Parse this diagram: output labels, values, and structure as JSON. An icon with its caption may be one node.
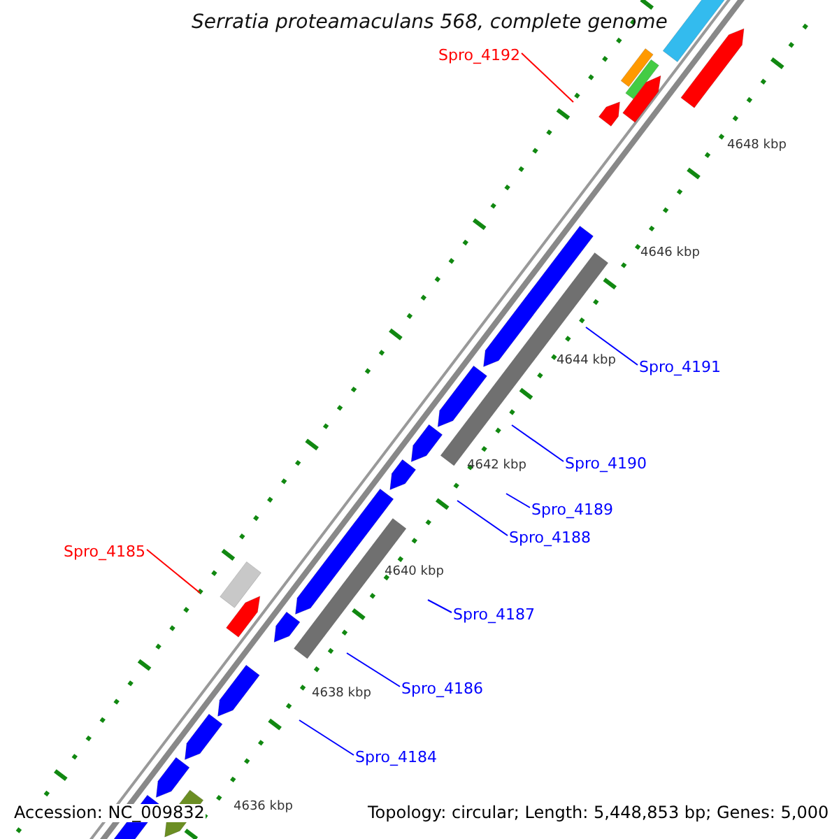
{
  "diagram": {
    "title": "Serratia proteamaculans 568, complete genome",
    "nodes": [
      {
        "text": [
          "Spro_4192"
        ]
      },
      {
        "text": [
          "Spro_4191"
        ]
      },
      {
        "text": [
          "Spro_4190"
        ]
      },
      {
        "text": [
          "Spro_4189"
        ]
      },
      {
        "text": [
          "Spro_4188"
        ]
      },
      {
        "text": [
          "Spro_4185"
        ]
      },
      {
        "text": [
          "Spro_4187"
        ]
      },
      {
        "text": [
          "Spro_4186"
        ]
      },
      {
        "text": [
          "Spro_4184"
        ]
      }
    ],
    "edges": [
      {
        "from": 0,
        "to": null,
        "arrow": "none",
        "color": "#ff0000"
      },
      {
        "from": 1,
        "to": null,
        "arrow": "none"
      },
      {
        "from": 2,
        "to": null,
        "arrow": "none"
      },
      {
        "from": 3,
        "to": null,
        "arrow": "none"
      },
      {
        "from": 4,
        "to": null,
        "arrow": "none"
      },
      {
        "from": 5,
        "to": null,
        "arrow": "none",
        "color": "#ff0000"
      },
      {
        "from": 6,
        "to": null,
        "arrow": "none"
      },
      {
        "from": 7,
        "to": null,
        "arrow": "none"
      },
      {
        "from": 8,
        "to": null,
        "arrow": "none"
      }
    ],
    "labels": [
      "4648 kbp",
      "4646 kbp",
      "4644 kbp",
      "4642 kbp",
      "4640 kbp",
      "4638 kbp",
      "4636 kbp",
      "Accession: NC_009832",
      "Topology: circular; Length: 5,448,853 bp; Genes: 5,000"
    ]
  }
}
